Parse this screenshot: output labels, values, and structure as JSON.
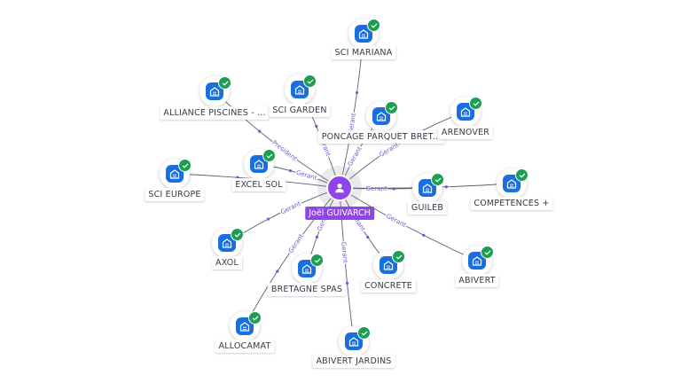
{
  "colors": {
    "edge": "#5a6270",
    "edge_label": "#6a5ad8",
    "node_badge": "#1a6fe0",
    "check_badge": "#1e9e52",
    "center_accent": "#8e46e8"
  },
  "center": {
    "label": "Joël GUIVARCH",
    "icon": "person-icon"
  },
  "nodes": [
    {
      "id": "sci-mariana",
      "label": "SCI MARIANA",
      "icon": "building-icon",
      "status_icon": "check-icon"
    },
    {
      "id": "alliance-piscines",
      "label": "ALLIANCE PISCINES - ...",
      "icon": "building-icon",
      "status_icon": "check-icon"
    },
    {
      "id": "sci-garden",
      "label": "SCI GARDEN",
      "icon": "building-icon",
      "status_icon": "check-icon"
    },
    {
      "id": "poncage-parquet",
      "label": "PONCAGE PARQUET BRET...",
      "icon": "building-icon",
      "status_icon": "check-icon"
    },
    {
      "id": "arenover",
      "label": "ARENOVER",
      "icon": "building-icon",
      "status_icon": "check-icon"
    },
    {
      "id": "sci-europe",
      "label": "SCI EUROPE",
      "icon": "building-icon",
      "status_icon": "check-icon"
    },
    {
      "id": "excel-sol",
      "label": "EXCEL SOL",
      "icon": "building-icon",
      "status_icon": "check-icon"
    },
    {
      "id": "guileb",
      "label": "GUILEB",
      "icon": "building-icon",
      "status_icon": "check-icon"
    },
    {
      "id": "competences-plus",
      "label": "COMPETENCES +",
      "icon": "building-icon",
      "status_icon": "check-icon"
    },
    {
      "id": "axol",
      "label": "AXOL",
      "icon": "building-icon",
      "status_icon": "check-icon"
    },
    {
      "id": "bretagne-spas",
      "label": "BRETAGNE SPAS",
      "icon": "building-icon",
      "status_icon": "check-icon"
    },
    {
      "id": "concrete",
      "label": "CONCRETE",
      "icon": "building-icon",
      "status_icon": "check-icon"
    },
    {
      "id": "abivert",
      "label": "ABIVERT",
      "icon": "building-icon",
      "status_icon": "check-icon"
    },
    {
      "id": "allocamat",
      "label": "ALLOCAMAT",
      "icon": "building-icon",
      "status_icon": "check-icon"
    },
    {
      "id": "abivert-jardins",
      "label": "ABIVERT JARDINS",
      "icon": "building-icon",
      "status_icon": "check-icon"
    }
  ],
  "edges": [
    {
      "to": "sci-mariana",
      "label": "Gerant"
    },
    {
      "to": "alliance-piscines",
      "label": "President"
    },
    {
      "to": "sci-garden",
      "label": "Gerant"
    },
    {
      "to": "poncage-parquet",
      "label": "Gerant"
    },
    {
      "to": "arenover",
      "label": "Gerant"
    },
    {
      "to": "sci-europe",
      "label": ""
    },
    {
      "to": "excel-sol",
      "label": "Gerant"
    },
    {
      "to": "guileb",
      "label": "Gerant"
    },
    {
      "to": "competences-plus",
      "label": ""
    },
    {
      "to": "axol",
      "label": "Gerant"
    },
    {
      "to": "bretagne-spas",
      "label": "Gerant"
    },
    {
      "to": "concrete",
      "label": "Gerant"
    },
    {
      "to": "abivert",
      "label": "Gerant"
    },
    {
      "to": "allocamat",
      "label": "Gerant"
    },
    {
      "to": "abivert-jardins",
      "label": "Gerant"
    }
  ]
}
